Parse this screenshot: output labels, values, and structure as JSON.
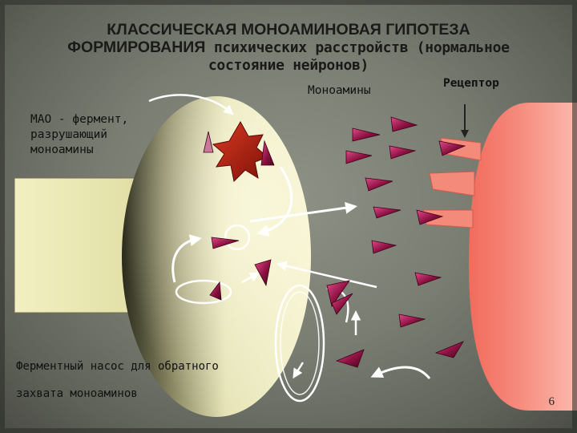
{
  "title": {
    "line1": "КЛАССИЧЕСКАЯ МОНОАМИНОВАЯ ГИПОТЕЗА",
    "line2_bold": "ФОРМИРОВАНИЯ",
    "line2_rest": " психических расстройств (нормальное",
    "line3": "состояние нейронов)"
  },
  "labels": {
    "monoamines": "Моноамины",
    "receptor": "Рецептор",
    "mao_line1": "МАО - фермент,",
    "mao_line2": "разрушающий",
    "mao_line3": "моноамины",
    "pump_line1": "Ферментный насос для обратного",
    "pump_line2": "захвата моноаминов"
  },
  "page_number": "6",
  "colors": {
    "background": "#7f8277",
    "monoamine": "#8b1040",
    "mao_enzyme": "#b52010",
    "receptor_cell": "#f07a6a",
    "axon": "#e9e7b0",
    "neuron_light": "#f3f1c8",
    "neuron_dark": "#2a2a1c"
  }
}
